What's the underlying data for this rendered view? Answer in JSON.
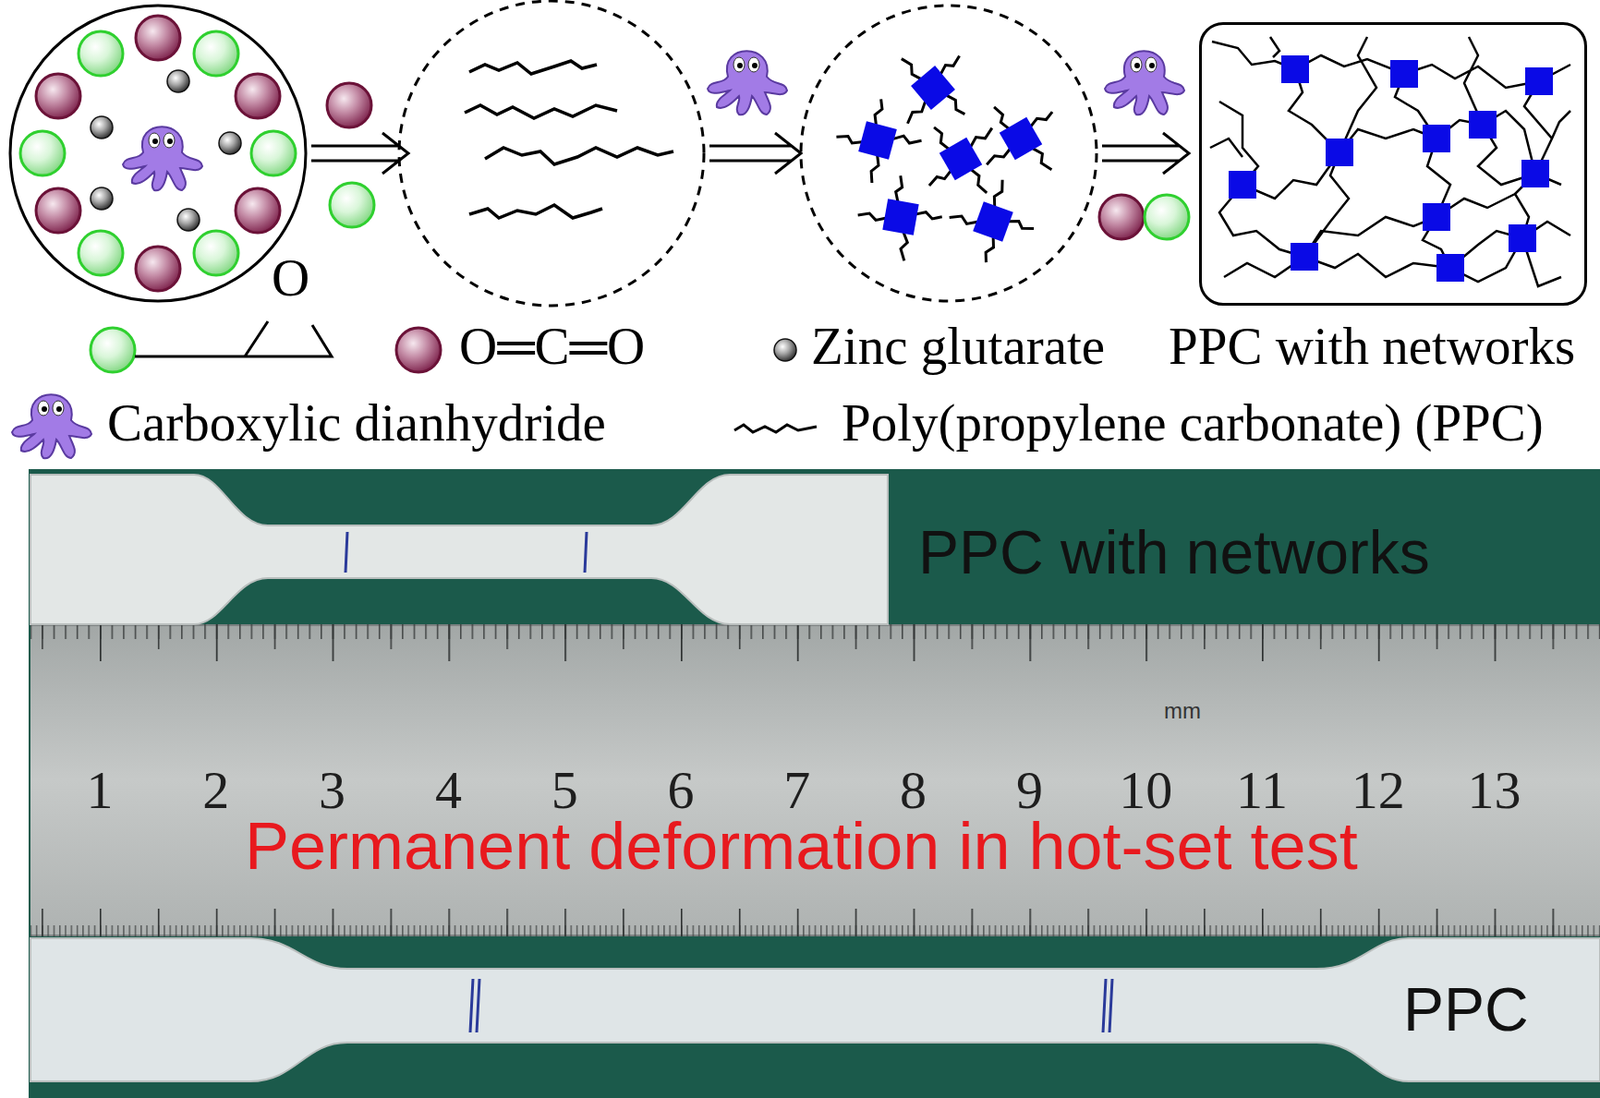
{
  "diagram": {
    "nodes": [
      {
        "text": [
          "PPC with networks"
        ]
      }
    ],
    "labels": [
      "O",
      "PPC with networks",
      "mm",
      "1",
      "2",
      "3",
      "4",
      "5",
      "6",
      "7",
      "8",
      "9",
      "10",
      "11",
      "12",
      "13",
      "Permanent deformation in hot-set test",
      "PPC"
    ],
    "legend": [
      {
        "text": "O═C═O"
      },
      {
        "text": "Zinc glutarate"
      },
      {
        "text": "Carboxylic dianhydride"
      },
      {
        "text": "Poly(propylene carbonate) (PPC)"
      }
    ]
  }
}
